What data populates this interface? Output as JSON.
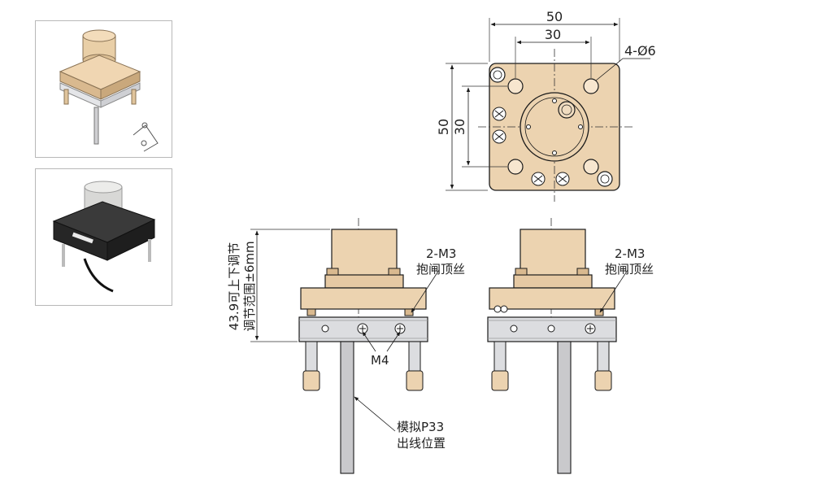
{
  "top_view": {
    "width_outer": "50",
    "width_inner": "30",
    "height_outer": "50",
    "height_inner": "30",
    "holes": "4-Ø6"
  },
  "front_view": {
    "callout_screw": "2-M3",
    "callout_screw_desc": "抱闸顶丝",
    "adjust_line1": "43.9可上下调节",
    "adjust_line2": "调节范围±6mm",
    "thread": "M4",
    "cable_line1": "模拟P33",
    "cable_line2": "出线位置"
  },
  "side_view": {
    "callout_screw": "2-M3",
    "callout_screw_desc": "抱闸顶丝"
  },
  "colors": {
    "body_gold": "#ecd3b0",
    "body_gold_dark": "#d9b98f",
    "plate_silver": "#dcdde0",
    "rod_grey": "#c9c9cc",
    "line": "#1a1a1a",
    "black_body": "#2a2a2a"
  }
}
